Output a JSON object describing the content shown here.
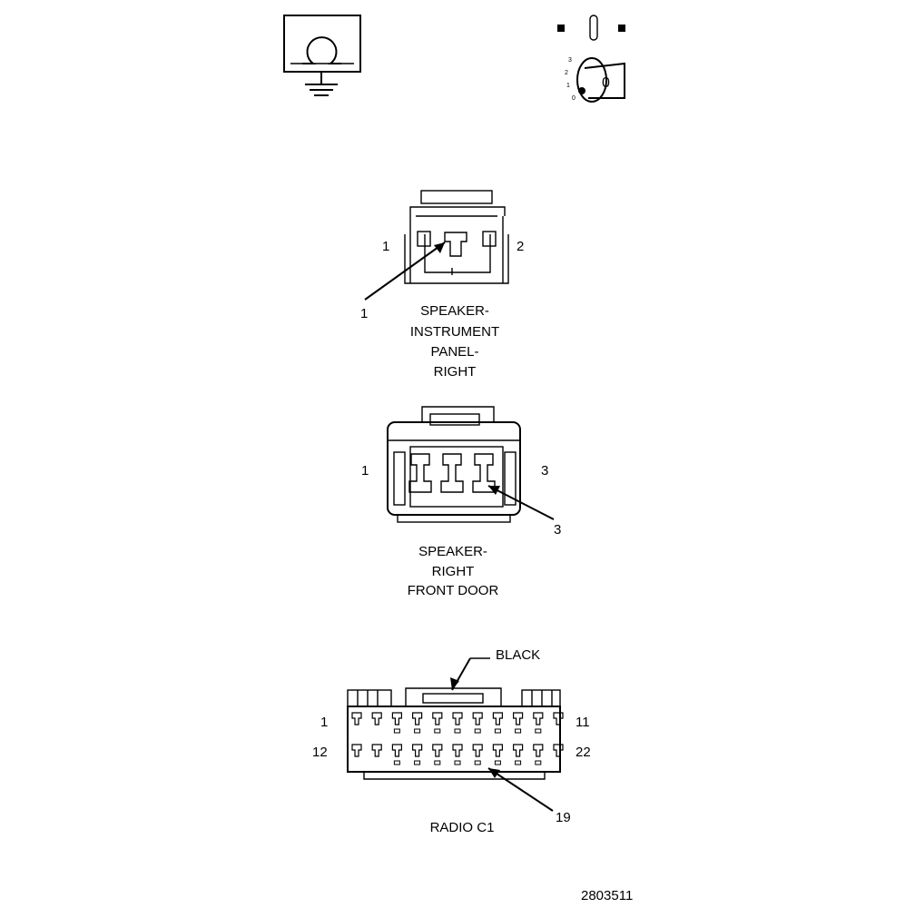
{
  "symbols": {
    "ground_icon": "ground-symbol-icon",
    "ignition_icon": "ignition-switch-icon",
    "ignition_positions": [
      "3",
      "2",
      "1",
      "0"
    ],
    "key_label": "0"
  },
  "connector_ip": {
    "title_lines": [
      "SPEAKER-",
      "INSTRUMENT",
      "PANEL-",
      "RIGHT"
    ],
    "pin_left": "1",
    "pin_right": "2",
    "callout": "1"
  },
  "connector_door": {
    "title_lines": [
      "SPEAKER-",
      "RIGHT",
      "FRONT DOOR"
    ],
    "pin_left": "1",
    "pin_right": "3",
    "callout": "3"
  },
  "connector_radio": {
    "title": "RADIO C1",
    "color_label": "BLACK",
    "pin_top_left": "1",
    "pin_top_right": "11",
    "pin_bottom_left": "12",
    "pin_bottom_right": "22",
    "callout": "19"
  },
  "figure_number": "2803511"
}
